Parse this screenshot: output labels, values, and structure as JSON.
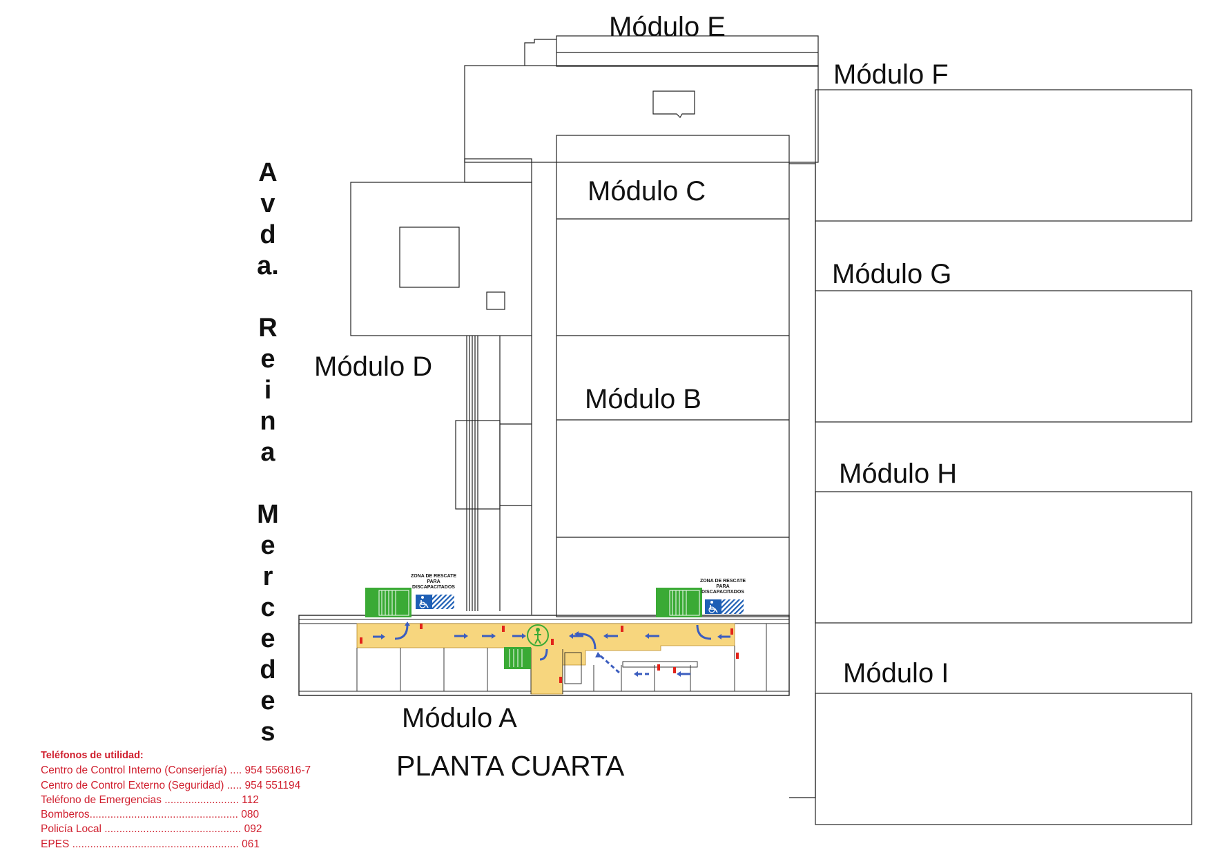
{
  "modules": {
    "a": "Módulo A",
    "b": "Módulo B",
    "c": "Módulo C",
    "d": "Módulo D",
    "e": "Módulo E",
    "f": "Módulo F",
    "g": "Módulo G",
    "h": "Módulo H",
    "i": "Módulo I"
  },
  "street_name": [
    "A",
    "v",
    "d",
    "a.",
    "",
    "R",
    "e",
    "i",
    "n",
    "a",
    "",
    "M",
    "e",
    "r",
    "c",
    "e",
    "d",
    "e",
    "s"
  ],
  "floor_label": "PLANTA CUARTA",
  "rescue_zone": {
    "line1": "ZONA DE RESCATE",
    "line2": "PARA",
    "line3": "DISCAPACITADOS"
  },
  "phones": {
    "title": "Teléfonos de utilidad:",
    "entries": [
      "Centro de Control Interno (Conserjería) .... 954 556816-7",
      "Centro de Control Externo (Seguridad) ..... 954 551194",
      "Teléfono de Emergencias ......................... 112",
      "Bomberos.................................................. 080",
      "Policía Local .............................................. 092",
      "EPES ........................................................ 061"
    ]
  },
  "colors": {
    "corridor": "#f7d67e",
    "stairs": "#3aaa35",
    "arrows": "#3b5dbf",
    "extinguisher": "#e2231a",
    "accessible": "#1e5fb5",
    "phones_text": "#d01f2e"
  },
  "icons": [
    "stairs-icon",
    "wheelchair-icon",
    "evacuation-arrow-icon",
    "fire-extinguisher-icon",
    "assembly-point-icon"
  ]
}
